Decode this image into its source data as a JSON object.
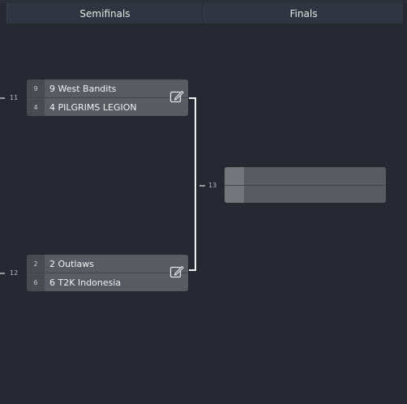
{
  "columns": {
    "semifinals": "Semifinals",
    "finals": "Finals"
  },
  "matches": [
    {
      "number": "11",
      "teams": [
        {
          "seed": "9",
          "name": "9 West Bandits"
        },
        {
          "seed": "4",
          "name": "4 PILGRIMS LEGION"
        }
      ],
      "icon": "edit-icon"
    },
    {
      "number": "12",
      "teams": [
        {
          "seed": "2",
          "name": "2 Outlaws"
        },
        {
          "seed": "6",
          "name": "6 T2K Indonesia"
        }
      ],
      "icon": "edit-icon"
    }
  ],
  "final": {
    "number": "13",
    "teams": [
      {
        "seed": "",
        "name": ""
      },
      {
        "seed": "",
        "name": ""
      }
    ]
  },
  "colors": {
    "background": "#262932",
    "header": "#313541",
    "match": "#5a5b62",
    "connector": "#ffffff"
  }
}
